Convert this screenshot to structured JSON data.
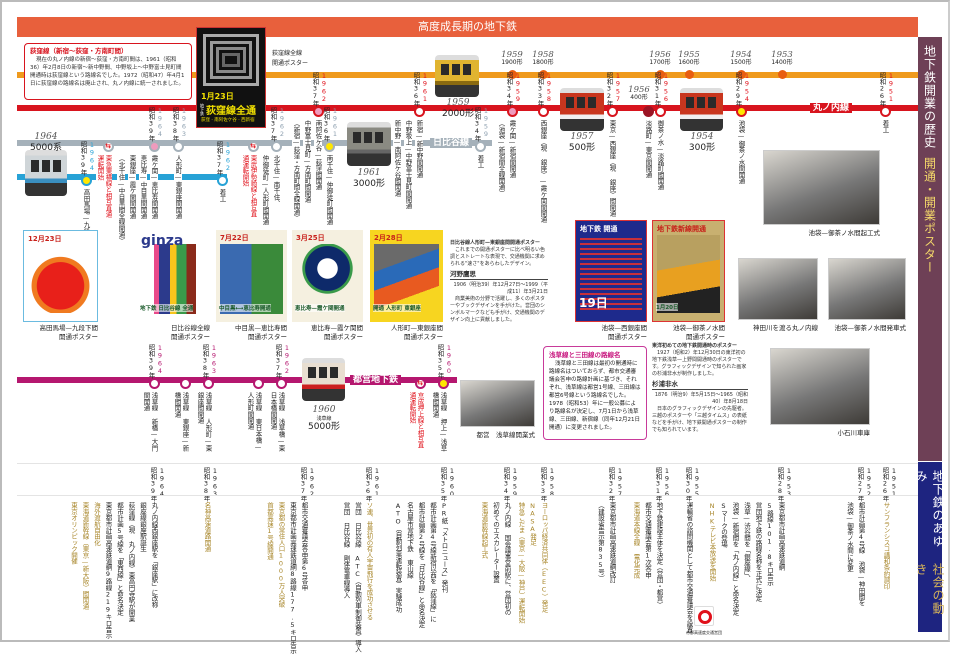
{
  "header": {
    "title": "高度成長期の地下鉄"
  },
  "side": {
    "history": "地下鉄開業の歴史",
    "posters": "開通・開業ポスター",
    "ayumi": "地下鉄のあゆみ",
    "society": "社会の動き"
  },
  "info_box": {
    "title": "荻窪線（新宿〜荻窪・方南町間）",
    "body": "現在の丸ノ内線の新宿〜荻窪・方南町間は、1961（昭和36）年2月8日の新宿〜新中野間、中野坂上〜中野富士見町間開通時は荻窪線という路線名でした。1972（昭和47）年4月1日に荻窪線の路線名は廃止され、丸ノ内線に統一されました。"
  },
  "ogikubo_poster": {
    "date": "1月23日",
    "small": "地下鉄",
    "title": "荻窪線全通",
    "stations": "荻窪 · 南阿佐ケ谷 · 西新宿",
    "caption1": "荻窪線全線",
    "caption2": "開通ポスター"
  },
  "car_models": [
    {
      "year": "1959",
      "name": "1900形"
    },
    {
      "year": "1958",
      "name": "1800形"
    },
    {
      "year": "1956",
      "name": "1700形"
    },
    {
      "year": "1955",
      "name": "1600形"
    },
    {
      "year": "1954",
      "name": "1500形"
    },
    {
      "year": "1953",
      "name": "1400形"
    }
  ],
  "trains": [
    {
      "year": "1964",
      "name": "5000系"
    },
    {
      "year": "1961",
      "name": "3000形"
    },
    {
      "year": "1959",
      "name": "2000形"
    },
    {
      "year": "1957",
      "name": "500形"
    },
    {
      "year": "1956",
      "name": "400形"
    },
    {
      "year": "1954",
      "name": "300形"
    },
    {
      "year": "1960",
      "sub": "浅草線",
      "name": "5000形"
    }
  ],
  "lines": {
    "marunouchi": "丸ノ内線",
    "hibiya": "日比谷線",
    "toei": "都営地下鉄"
  },
  "events": {
    "marunouchi": [
      {
        "era": "昭和37年",
        "year": "1962",
        "texts": [
          "南阿佐ケ谷—荻窪間開通",
          "中野富士見町—方南町間開通",
          "（新宿—荻窪・方南町間全線開通）"
        ]
      },
      {
        "era": "昭和36年",
        "year": "1961",
        "texts": [
          "新宿—新中野間開通",
          "中野坂上—中野富士見町間開通",
          "新中野—南阿佐ケ谷間開通"
        ]
      },
      {
        "era": "昭和34年",
        "year": "1959",
        "texts": [
          "霞ケ関—新宿間開通",
          "（池袋—新宿間全線開通）"
        ]
      },
      {
        "era": "昭和33年",
        "year": "1958",
        "texts": [
          "西銀座（現 銀座）—霞ケ関間開通"
        ]
      },
      {
        "era": "昭和32年",
        "year": "1957",
        "texts": [
          "東京—西銀座（現 銀座）間開通"
        ]
      },
      {
        "era": "",
        "year": "",
        "texts": [
          "淡路町—東京間開通"
        ]
      },
      {
        "era": "昭和31年",
        "year": "1956",
        "texts": [
          "御茶ノ水—淡路町間開通"
        ]
      },
      {
        "era": "昭和29年",
        "year": "1954",
        "texts": [
          "池袋—御茶ノ水間開通"
        ]
      },
      {
        "era": "昭和26年",
        "year": "1951",
        "texts": [
          "着工"
        ]
      }
    ],
    "hibiya": [
      {
        "era": "",
        "year": "",
        "texts": [
          "東急東横線と相互直通運転開始"
        ]
      },
      {
        "era": "昭和39年",
        "year": "1964",
        "texts": [
          "霞ケ関—恵比寿間開通",
          "恵比寿—中目黒間開通",
          "東銀座—霞ケ関間開通",
          "（北千住—中目黒間全線開通）"
        ]
      },
      {
        "era": "昭和38年",
        "year": "1963",
        "texts": [
          "人形町—東銀座間開通"
        ]
      },
      {
        "era": "",
        "year": "",
        "texts": [
          "東武伊勢崎線と相互直通運転開始"
        ]
      },
      {
        "era": "昭和37年",
        "year": "1962",
        "texts": [
          "北千住—南千住、",
          "仲御徒町—人形町間開通"
        ]
      },
      {
        "era": "昭和36年",
        "year": "1961",
        "texts": [
          "南千住—仲御徒町間開通"
        ]
      },
      {
        "era": "昭和34年",
        "year": "1959",
        "texts": [
          "着工"
        ]
      }
    ],
    "tozai": [
      {
        "era": "昭和39年",
        "year": "1964",
        "texts": [
          "高田馬場—九段下間開通"
        ]
      },
      {
        "era": "昭和37年",
        "year": "1962",
        "texts": [
          "着工"
        ]
      }
    ],
    "toei": [
      {
        "era": "昭和39年",
        "year": "1964",
        "texts": [
          "浅草線 新橋—大門間開通"
        ]
      },
      {
        "era": "",
        "year": "",
        "texts": [
          "浅草線 東銀座—新橋間開通"
        ]
      },
      {
        "era": "昭和38年",
        "year": "1963",
        "texts": [
          "浅草線 人形町—東銀座間開通"
        ]
      },
      {
        "era": "",
        "year": "",
        "texts": [
          "浅草線 東日本橋—人形町間開通"
        ]
      },
      {
        "era": "昭和37年",
        "year": "1962",
        "texts": [
          "浅草線 浅草橋—東日本橋間開通"
        ]
      },
      {
        "era": "",
        "year": "",
        "texts": [
          "京成押上線と相互直通運転開始"
        ]
      },
      {
        "era": "昭和35年",
        "year": "1960",
        "texts": [
          "浅草線 押上—浅草橋間開通"
        ]
      }
    ]
  },
  "posters": [
    {
      "art": "12月23日",
      "caption1": "高田馬場—九段下間",
      "caption2": "開通ポスター"
    },
    {
      "art": "ginza",
      "art2": "地下鉄 日比谷線 全通",
      "caption1": "日比谷線全線",
      "caption2": "開通ポスター"
    },
    {
      "art": "7月22日",
      "art2": "中目黒⟷恵比寿開通",
      "caption1": "中目黒—恵比寿間",
      "caption2": "開通ポスター"
    },
    {
      "art": "3月25日",
      "art2": "恵比寿—霞ケ関開通",
      "caption1": "恵比寿—霞ケ関間",
      "caption2": "開通ポスター"
    },
    {
      "art": "2月28日",
      "art2": "開通 人形町 東銀座",
      "caption1": "人形町—東銀座間",
      "caption2": "開通ポスター"
    },
    {
      "art": "地下鉄 開通",
      "art2": "19日",
      "caption1": "池袋—西銀座間",
      "caption2": "開通ポスター"
    },
    {
      "art": "地下鉄新線開通",
      "art2": "1月20日",
      "caption1": "池袋—御茶ノ水間",
      "caption2": "開通ポスター"
    }
  ],
  "photos": [
    {
      "caption": "池袋—御茶ノ水間起工式"
    },
    {
      "caption": "神田川を渡る丸ノ内線"
    },
    {
      "caption": "池袋—御茶ノ水間発車式"
    },
    {
      "caption": "小石川車庫"
    },
    {
      "caption": "都営　浅草線開業式"
    }
  ],
  "notes": {
    "poster_note": {
      "lead": "日比谷線人形町—東銀座間開通ポスター",
      "body": "これまでの開通ポスターに比べ明るい色調とストレートな表現で、交通機関に求められる\"速さ\"をあらわしたデザイン。",
      "author": "河野鷹思",
      "dates": "1906（明治39）年12月27日〜1999（平成11）年3月21日",
      "bio": "商業美術の分野で活躍し、多くのポスターやブックデザインを手がけた。営団のシンボルマークなども手がけ、交通機関のデザイン向上に貢献しました。"
    },
    "ginza_note": {
      "lead": "東洋初めての地下鉄開通時のポスター",
      "body": "1927（昭和2）年12月30日の東洋初の地下鉄浅草—上野間開通時のポスターです。グラフィックデザインで知られた画家の杉浦非水が制作しました。",
      "author": "杉浦非水",
      "dates": "1876（明治9）年5月15日〜1965（昭和40）年8月18日",
      "bio": "日本のグラフィックデザインの先駆者。三越のポスターや「三越タイムス」の表紙などを手がけ、地下鉄開通ポスターの制作でも知られています。"
    },
    "route_box": {
      "title": "浅草線と三田線の路線名",
      "body": "浅草線と三田線は最初の開通時に路線名はついておらず、都市交通審議会答申の路線計画に基づき、それぞれ、浅草線は都営1号線、三田線は都営6号線という路線名でした。1978（昭和53）年に一般公募により路線名が決定し、7月1日から浅草線、三田線、新宿線（同年12月21日開通）に変更されました。"
    }
  },
  "logo_caption": "帝都高速度交通営団",
  "timeline": [
    {
      "era": "昭和39年",
      "year": "1964",
      "items": [
        {
          "t": "丸ノ内線西銀座駅を「銀座駅」に改称"
        },
        {
          "t": "銀座線銀座駅誕生"
        },
        {
          "t": "荻窪線（現 丸ノ内線）東高円寺駅が開業"
        },
        {
          "t": "都市計画5号線を「東西線」と命名決定"
        },
        {
          "t": "東京都市計画高速鉄道網9路線219キロ告示"
        },
        {
          "t": "海外渡航自由化",
          "s": true
        },
        {
          "t": "東海道新幹線（東京—新大阪）間開通",
          "s": true
        },
        {
          "t": "東京オリンピック開催",
          "s": true
        }
      ]
    },
    {
      "era": "昭和38年",
      "year": "1963",
      "items": [
        {
          "t": "名神高速道路開通",
          "s": true
        }
      ]
    },
    {
      "era": "昭和37年",
      "year": "1962",
      "items": [
        {
          "t": "都市交通審議会答申第6号答申"
        },
        {
          "t": "東京都市計画高速鉄道網8路線177.5キロ告示"
        },
        {
          "t": "東京都の常住人口1000万人突破",
          "s": true
        },
        {
          "t": "首都高速1号線開通",
          "s": true
        }
      ]
    },
    {
      "era": "昭和36年",
      "year": "1961",
      "items": [
        {
          "t": "ソ連、世界初の有人宇宙飛行を成功させる",
          "s": true
        },
        {
          "t": "営団 日比谷線 ATC（自動列車制御装置）導入"
        },
        {
          "t": "営団 日比谷線 剛体電車線導入"
        }
      ]
    },
    {
      "era": "昭和35年",
      "year": "1960",
      "items": [
        {
          "t": "PR紙「メトロニュース」発刊"
        },
        {
          "t": "都市計画第4号線新宿以西を「荻窪線」に"
        },
        {
          "t": "都市計画第2号線を「日比谷線」と命名決定"
        },
        {
          "t": "名古屋市営地下鉄 東山線"
        },
        {
          "t": "ATO（自動列車運転装置）実験成功"
        }
      ]
    },
    {
      "era": "昭和34年",
      "year": "1959",
      "items": [
        {
          "t": "丸ノ内線 国会議事堂前駅に、営団初の"
        },
        {
          "t": "初めてのエスカレーター設置"
        },
        {
          "t": "東海道新幹線起工式",
          "s": true
        }
      ]
    },
    {
      "era": "昭和33年",
      "year": "1958",
      "items": [
        {
          "t": "ヨーロッパ経済共同体（EEC）発足",
          "s": true
        },
        {
          "t": "NASA発足",
          "s": true
        },
        {
          "t": "特急こだま（東京—大阪—神戸）運転開始",
          "s": true
        }
      ]
    },
    {
      "era": "昭和32年",
      "year": "1957",
      "items": [
        {
          "t": "東京都市計画高速鉄道網改訂"
        },
        {
          "t": "（建設省告示第835号）"
        }
      ]
    },
    {
      "era": "昭和31年",
      "year": "1956",
      "items": [
        {
          "t": "地下鉄建設主体を決定（営団・都営）"
        },
        {
          "t": "都市交通審議会第1次答申"
        },
        {
          "t": "東海道本線全線 電化完成",
          "s": true
        }
      ]
    },
    {
      "era": "昭和30年",
      "year": "1955",
      "items": [
        {
          "t": "運輸省の諮問機関として都市交通審議会を設置"
        }
      ]
    },
    {
      "era": "昭和28年",
      "year": "1953",
      "items": [
        {
          "t": "東京都市計画高速鉄道網"
        },
        {
          "t": "5路線101.8キロ告示"
        },
        {
          "t": "営団地下鉄の路線名称を正式に決定"
        },
        {
          "t": "浅草—渋谷間を「銀座線」、"
        },
        {
          "t": "池袋—新宿間を「丸ノ内線」と命名決定"
        },
        {
          "t": "Sマークの登場"
        },
        {
          "t": "NHKテレビ本放送を開始",
          "s": true
        }
      ]
    },
    {
      "era": "昭和27年",
      "year": "1952",
      "items": [
        {
          "t": "都市計画第4号線 池袋—神田間を"
        },
        {
          "t": "池袋—御茶ノ水間に変更"
        }
      ]
    },
    {
      "era": "昭和26年",
      "year": "1951",
      "items": [
        {
          "t": "サンフランシスコ講和条約調印",
          "s": true
        }
      ]
    }
  ]
}
